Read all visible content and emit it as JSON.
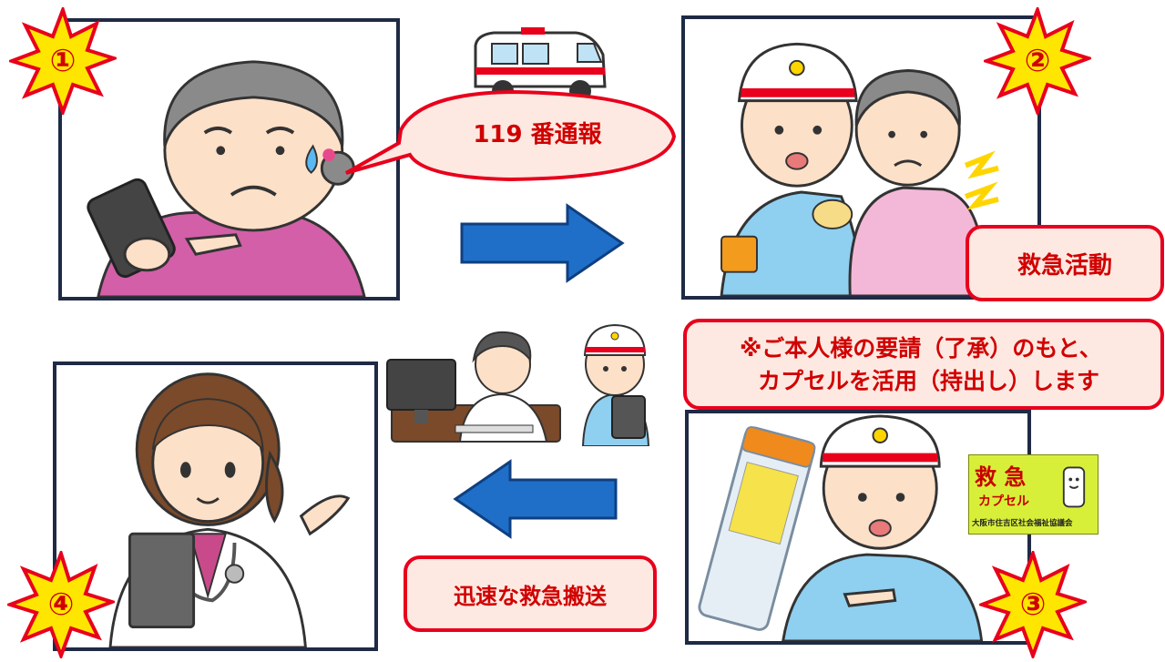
{
  "steps": [
    {
      "number": "①",
      "label": "119 番通報"
    },
    {
      "number": "②",
      "label": "救急活動"
    },
    {
      "number": "③",
      "note_line1": "※ご本人様の要請（了承）のもと、",
      "note_line2": "カプセルを活用（持出し）します"
    },
    {
      "number": "④",
      "label": "迅速な救急搬送"
    }
  ],
  "capsule_sticker": {
    "title": "救 急",
    "subtitle": "カプセル",
    "org": "大阪市住吉区社会福祉協議会"
  },
  "colors": {
    "badge_fill": "#ffe600",
    "badge_border": "#e8001c",
    "arrow": "#1f6fc8",
    "accent_red": "#d10000",
    "label_bg": "#fde9e2"
  }
}
